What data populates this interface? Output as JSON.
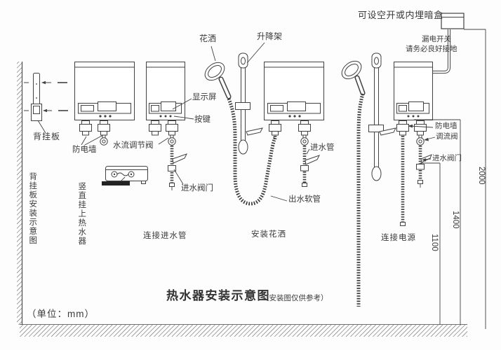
{
  "title": {
    "main": "热水器安装示意图",
    "note": "（安装图仅供参考）",
    "unit_note": "（单位：mm）"
  },
  "power": {
    "box_label": "可设空开或内埋暗盒",
    "warning_line1": "漏电开关",
    "warning_line2": "请务必良好接地"
  },
  "parts": {
    "back_plate": "背挂板",
    "anti_electric_wall_1": "防电墙",
    "display_screen": "显示屏",
    "keys": "按键",
    "water_flow_valve": "水流调节阀",
    "inlet_valve_1": "进水阀门",
    "shower_head": "花洒",
    "lifting_rack": "升降架",
    "inlet_pipe": "进水管",
    "outlet_hose": "出水软管",
    "anti_electric_wall_2": "防电墙",
    "flow_valve": "调流阀",
    "inlet_valve_2": "进水阀门"
  },
  "steps": {
    "s1": "背挂板安装示意图",
    "s2": "竖直挂上热水器",
    "s3": "连接进水管",
    "s4": "安装花洒",
    "s5": "连接电源"
  },
  "dims": {
    "h2000": "2000",
    "h1400": "1400",
    "h1100": "1100"
  },
  "colors": {
    "line": "#424242",
    "text": "#3a3a3a",
    "background": "#fdfdfd"
  }
}
